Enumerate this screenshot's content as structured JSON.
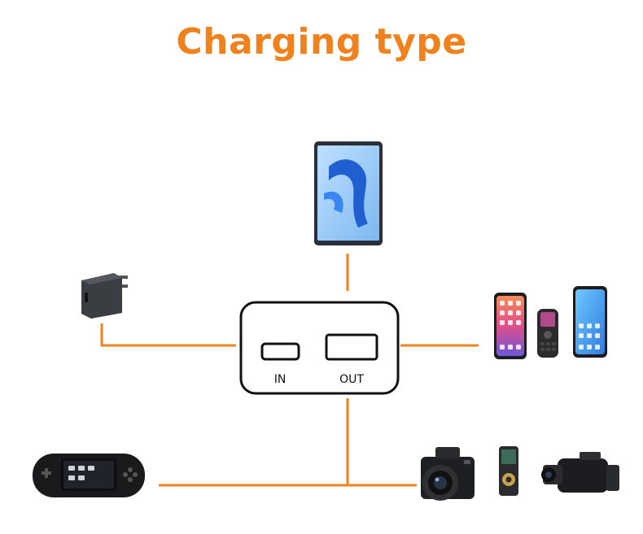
{
  "title": "Charging type",
  "hub": {
    "in_label": "IN",
    "out_label": "OUT"
  },
  "colors": {
    "accent": "#f0821e",
    "line": "#f0821e",
    "outline": "#111111"
  },
  "devices": [
    {
      "icon": "tablet-icon"
    },
    {
      "icon": "wall-charger-icon"
    },
    {
      "icon": "phones-icon"
    },
    {
      "icon": "handheld-console-icon"
    },
    {
      "icon": "camera-icon"
    },
    {
      "icon": "mp3-player-icon"
    },
    {
      "icon": "camcorder-icon"
    }
  ]
}
